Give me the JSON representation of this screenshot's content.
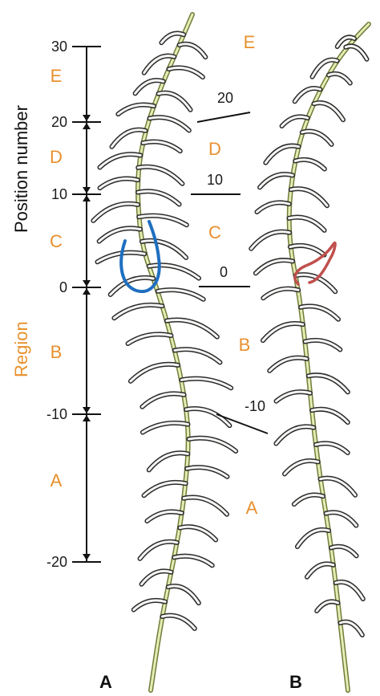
{
  "panels": {
    "a_label": "A",
    "b_label": "B"
  },
  "axis": {
    "title": "Position number",
    "ticks": [
      "30",
      "20",
      "10",
      "0",
      "-10",
      "-20"
    ]
  },
  "regions": {
    "title": "Region",
    "scale_letters": [
      "E",
      "D",
      "C",
      "B",
      "A"
    ],
    "plant_letters": [
      "E",
      "D",
      "C",
      "B",
      "A"
    ]
  },
  "position_markers": [
    "20",
    "10",
    "0",
    "-10"
  ],
  "colors": {
    "region_text": "#e8902e",
    "highlight_a": "#1f6fc0",
    "highlight_b": "#c0504d",
    "stem": "#6f7d3a",
    "stem_light": "#e6ecb4"
  }
}
